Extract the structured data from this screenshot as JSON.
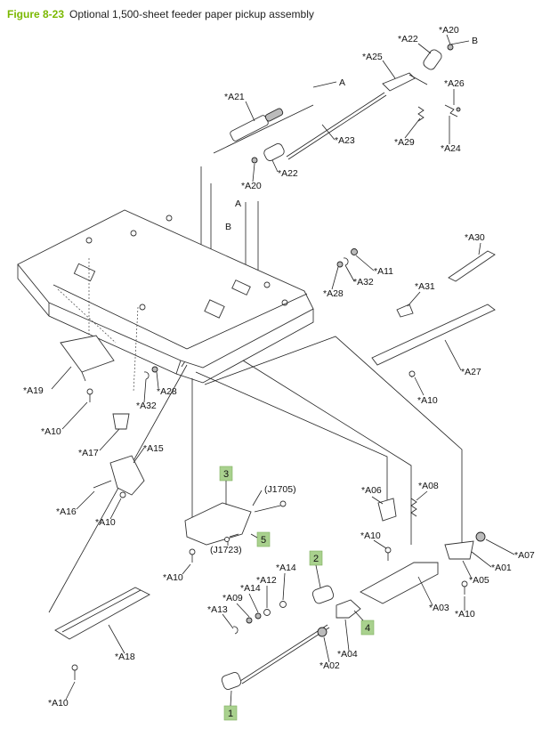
{
  "figure": {
    "number": "Figure 8-23",
    "title": "Optional 1,500-sheet feeder paper pickup assembly"
  },
  "colors": {
    "figure_number": "#7ab800",
    "callout_fill": "#a9d18e"
  },
  "labels": {
    "a20_top": "*A20",
    "b_top": "B",
    "a22_top": "*A22",
    "a25": "*A25",
    "a_top": "A",
    "a26": "*A26",
    "a21": "*A21",
    "a23": "*A23",
    "a29": "*A29",
    "a24": "*A24",
    "a22_mid": "*A22",
    "a20_mid": "*A20",
    "a_mid": "A",
    "b_mid": "B",
    "a30": "*A30",
    "a11": "*A11",
    "a32_right": "*A32",
    "a28_right": "*A28",
    "a31": "*A31",
    "a27": "*A27",
    "a10_right_top": "*A10",
    "a19": "*A19",
    "a28_left": "*A28",
    "a32_left": "*A32",
    "a10_left_top": "*A10",
    "a17": "*A17",
    "a15": "*A15",
    "a16": "*A16",
    "a10_left_mid": "*A10",
    "j1705": "(J1705)",
    "j1723": "(J1723)",
    "a10_center": "*A10",
    "a06": "*A06",
    "a08": "*A08",
    "a10_center_right": "*A10",
    "a07": "*A07",
    "a01": "*A01",
    "a05": "*A05",
    "a14_top": "*A14",
    "a12": "*A12",
    "a14_mid": "*A14",
    "a09": "*A09",
    "a13": "*A13",
    "a03": "*A03",
    "a10_bottom_right": "*A10",
    "a04": "*A04",
    "a02": "*A02",
    "a18": "*A18",
    "a10_bottom_left": "*A10"
  },
  "callouts": {
    "c1": "1",
    "c2": "2",
    "c3": "3",
    "c4": "4",
    "c5": "5"
  }
}
